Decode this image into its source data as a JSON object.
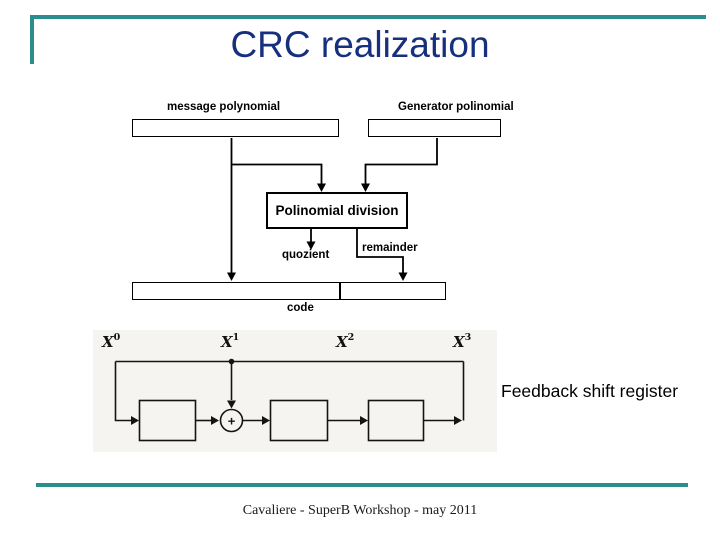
{
  "slide": {
    "title": "CRC realization",
    "footer": "Cavaliere - SuperB Workshop - may 2011"
  },
  "colors": {
    "accent_teal": "#2B8D8D",
    "title_blue": "#16307E",
    "scan_background": "#F5F4F1",
    "diagram_line": "#000000"
  },
  "flow_diagram": {
    "message_label": "message polynomial",
    "generator_label": "Generator polinomial",
    "division_box_label": "Polinomial division",
    "quotient_label": "quozient",
    "remainder_label": "remainder",
    "code_label": "code"
  },
  "register_diagram": {
    "caption": "Feedback shift register",
    "adder_symbol": "+",
    "taps": [
      {
        "base": "X",
        "exp": "0"
      },
      {
        "base": "X",
        "exp": "1"
      },
      {
        "base": "X",
        "exp": "2"
      },
      {
        "base": "X",
        "exp": "3"
      }
    ]
  }
}
